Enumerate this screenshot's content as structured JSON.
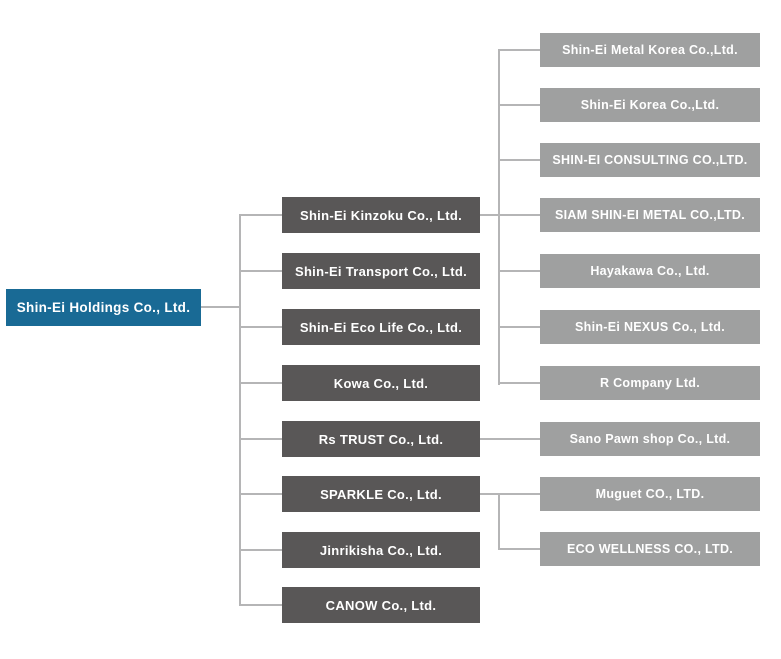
{
  "colors": {
    "root_box": "#196a95",
    "subsidiary_box": "#595757",
    "affiliate_box": "#9fa0a0",
    "connector_line": "#b5b5b6",
    "box_text": "#ffffff",
    "background": "#ffffff"
  },
  "diagram": {
    "type": "org-chart",
    "root": {
      "label": "Shin-Ei Holdings Co., Ltd."
    },
    "subsidiaries": [
      {
        "label": "Shin-Ei Kinzoku Co., Ltd."
      },
      {
        "label": "Shin-Ei Transport Co., Ltd."
      },
      {
        "label": "Shin-Ei Eco Life Co., Ltd."
      },
      {
        "label": "Kowa Co., Ltd."
      },
      {
        "label": "Rs TRUST Co., Ltd."
      },
      {
        "label": "SPARKLE Co., Ltd."
      },
      {
        "label": "Jinrikisha Co., Ltd."
      },
      {
        "label": "CANOW Co., Ltd."
      }
    ],
    "affiliates": [
      {
        "label": "Shin-Ei Metal Korea Co.,Ltd."
      },
      {
        "label": "Shin-Ei Korea Co.,Ltd."
      },
      {
        "label": "SHIN-EI CONSULTING CO.,LTD."
      },
      {
        "label": "SIAM SHIN-EI METAL CO.,LTD."
      },
      {
        "label": "Hayakawa Co., Ltd."
      },
      {
        "label": "Shin-Ei NEXUS Co., Ltd."
      },
      {
        "label": "R Company Ltd."
      },
      {
        "label": "Sano Pawn shop Co., Ltd."
      },
      {
        "label": "Muguet CO., LTD."
      },
      {
        "label": "ECO WELLNESS CO., LTD."
      }
    ],
    "connections": [
      {
        "parent": "Shin-Ei Holdings Co., Ltd.",
        "children": [
          "Shin-Ei Kinzoku Co., Ltd.",
          "Shin-Ei Transport Co., Ltd.",
          "Shin-Ei Eco Life Co., Ltd.",
          "Kowa Co., Ltd.",
          "Rs TRUST Co., Ltd.",
          "SPARKLE Co., Ltd.",
          "Jinrikisha Co., Ltd.",
          "CANOW Co., Ltd."
        ]
      },
      {
        "parent": "Shin-Ei Kinzoku Co., Ltd.",
        "children": [
          "Shin-Ei Metal Korea Co.,Ltd.",
          "Shin-Ei Korea Co.,Ltd.",
          "SHIN-EI CONSULTING CO.,LTD.",
          "SIAM SHIN-EI METAL CO.,LTD.",
          "Hayakawa Co., Ltd.",
          "Shin-Ei NEXUS Co., Ltd.",
          "R Company Ltd."
        ]
      },
      {
        "parent": "Rs TRUST Co., Ltd.",
        "children": [
          "Sano Pawn shop Co., Ltd."
        ]
      },
      {
        "parent": "SPARKLE Co., Ltd.",
        "children": [
          "Muguet CO., LTD.",
          "ECO WELLNESS CO., LTD."
        ]
      }
    ]
  }
}
